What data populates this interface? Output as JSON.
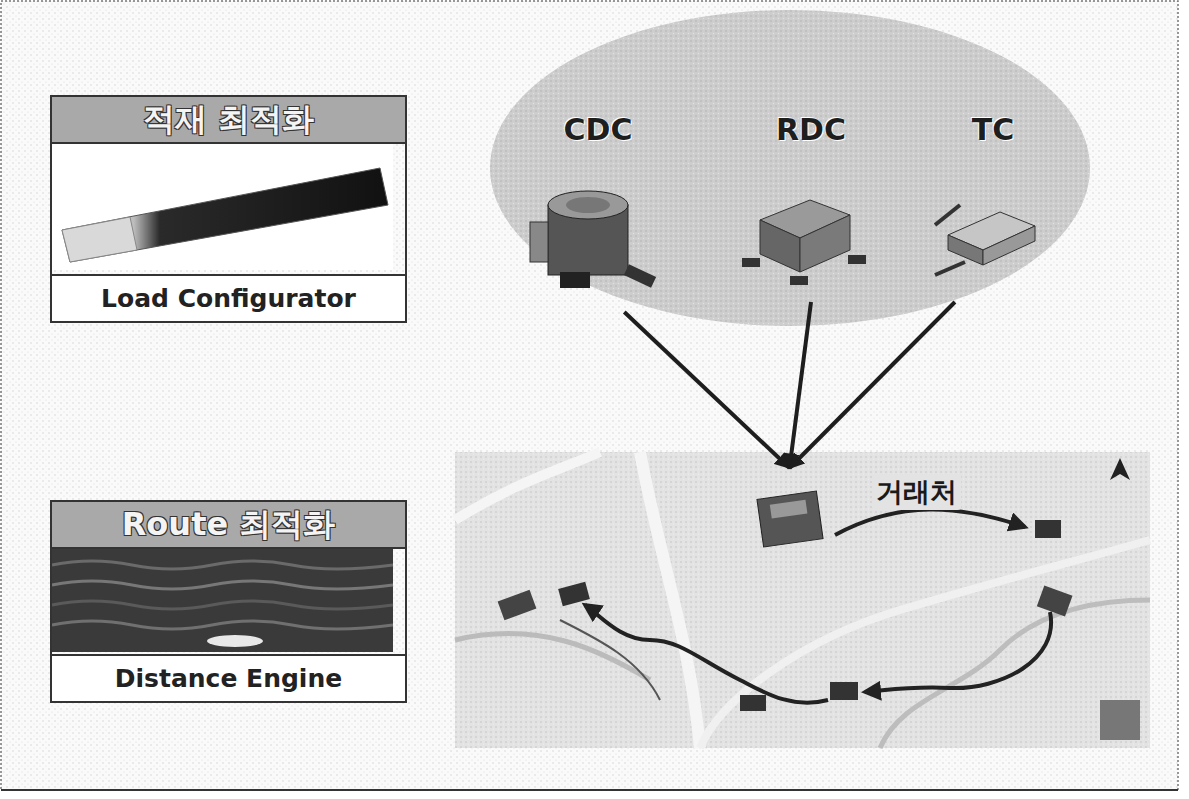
{
  "diagram": {
    "nodes": [
      {
        "text": [
          "적재 최적화",
          "Load Configurator"
        ]
      },
      {
        "text": [
          "Route 최적화",
          "Distance Engine"
        ]
      },
      {
        "text": [
          "CDC"
        ]
      },
      {
        "text": [
          "RDC"
        ]
      },
      {
        "text": [
          "TC"
        ]
      },
      {
        "text": [
          "거래처"
        ]
      }
    ],
    "edges": [
      {
        "from": 2,
        "to": 5,
        "arrow": "to"
      },
      {
        "from": 3,
        "to": 5,
        "arrow": "to"
      },
      {
        "from": 4,
        "to": 5,
        "arrow": "to"
      }
    ]
  }
}
